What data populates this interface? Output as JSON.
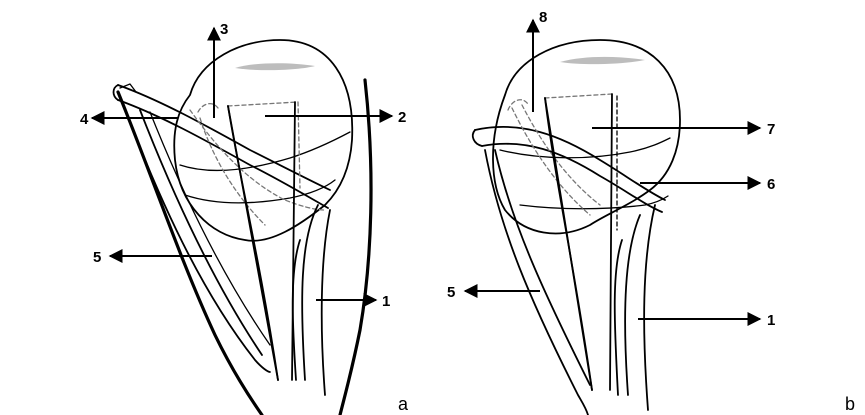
{
  "panels": [
    {
      "letter": "a",
      "labels": [
        "3",
        "4",
        "2",
        "5",
        "1"
      ]
    },
    {
      "letter": "b",
      "labels": [
        "8",
        "7",
        "6",
        "5",
        "1"
      ]
    }
  ]
}
